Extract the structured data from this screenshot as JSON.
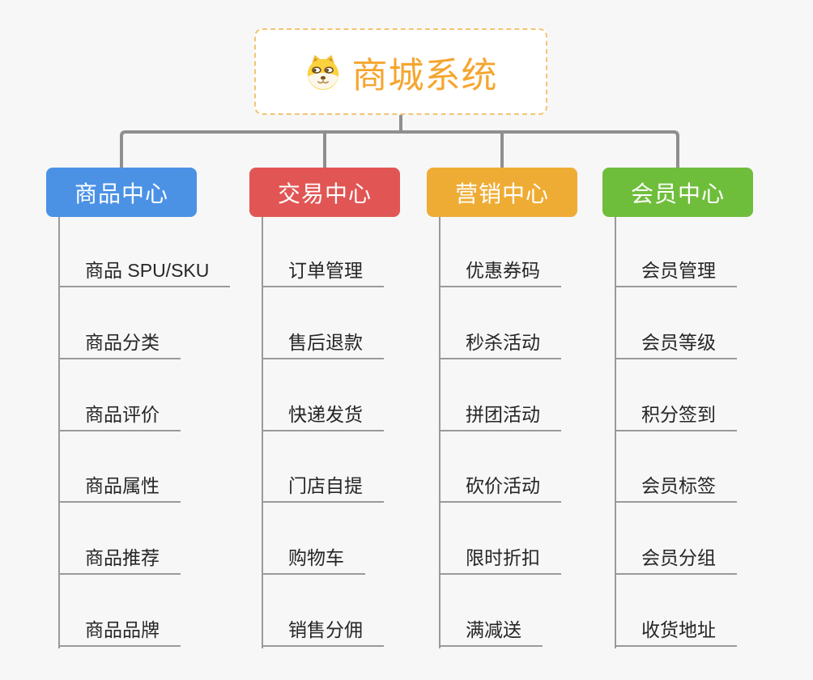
{
  "root": {
    "title": "商城系统",
    "icon": "shiba-dog-icon",
    "title_color": "#f5a62f",
    "border_color": "#f3c571"
  },
  "line_color": "#8f8f8f",
  "branches": [
    {
      "label": "商品中心",
      "color": "#4b92e5",
      "items": [
        "商品 SPU/SKU",
        "商品分类",
        "商品评价",
        "商品属性",
        "商品推荐",
        "商品品牌"
      ]
    },
    {
      "label": "交易中心",
      "color": "#e15654",
      "items": [
        "订单管理",
        "售后退款",
        "快递发货",
        "门店自提",
        "购物车",
        "销售分佣"
      ]
    },
    {
      "label": "营销中心",
      "color": "#efac35",
      "items": [
        "优惠券码",
        "秒杀活动",
        "拼团活动",
        "砍价活动",
        "限时折扣",
        "满减送"
      ]
    },
    {
      "label": "会员中心",
      "color": "#6fbe3b",
      "items": [
        "会员管理",
        "会员等级",
        "积分签到",
        "会员标签",
        "会员分组",
        "收货地址"
      ]
    }
  ]
}
